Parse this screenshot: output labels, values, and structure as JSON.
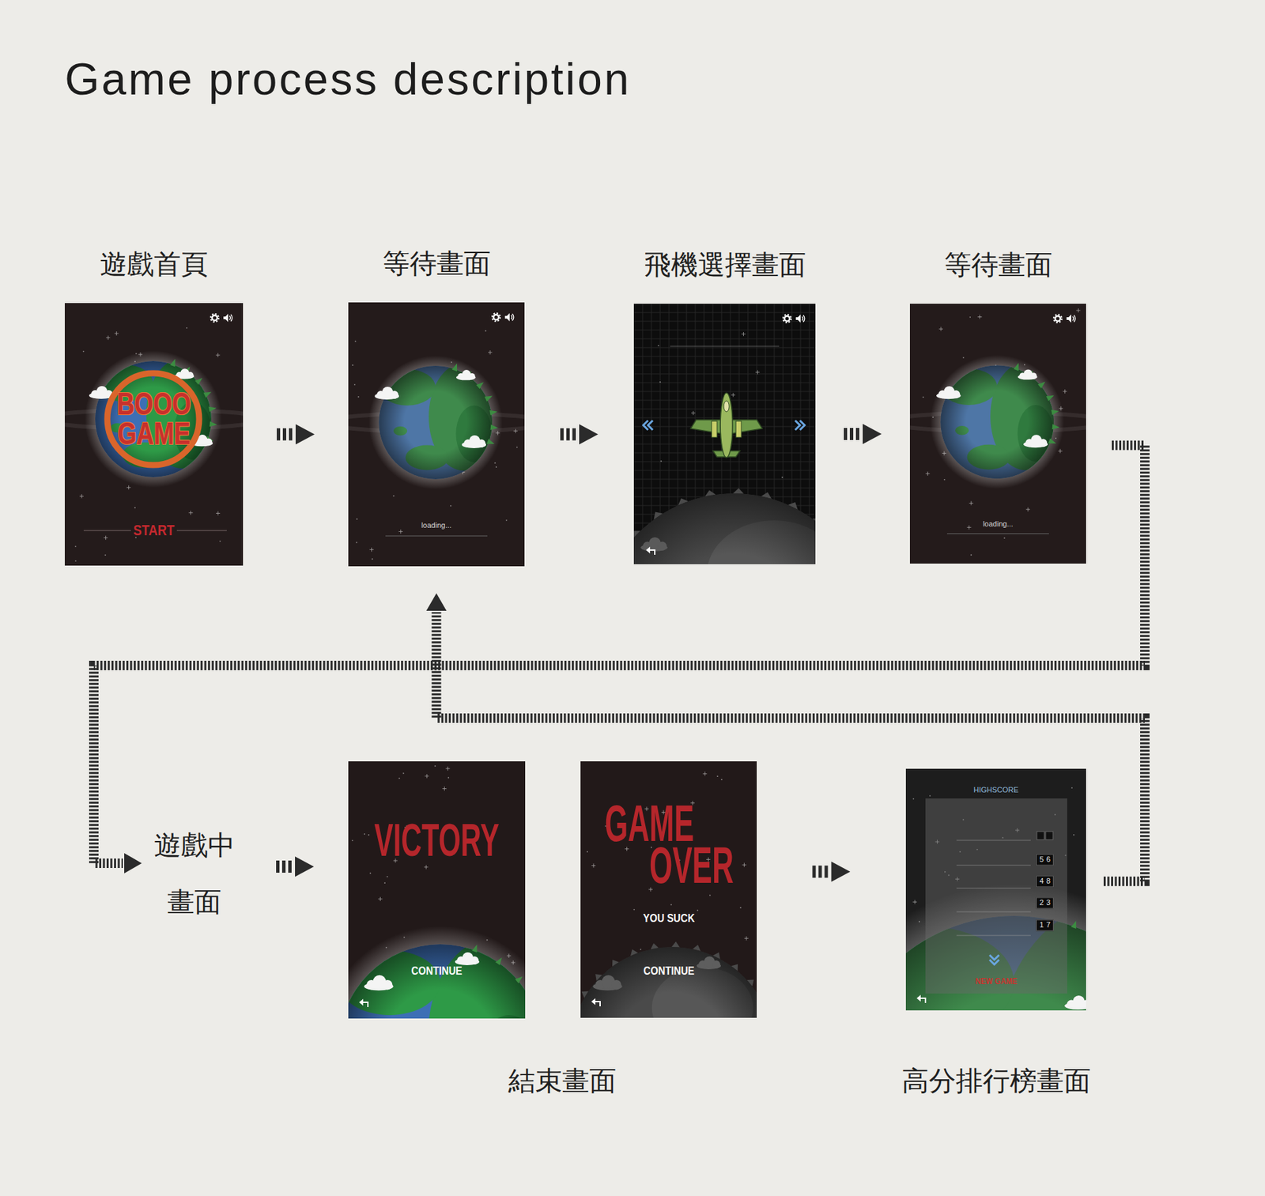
{
  "diagram": {
    "title": "Game process description",
    "nodes": [
      {
        "text": [
          "遊戲首頁",
          "BOOO GAME",
          "START"
        ]
      },
      {
        "text": [
          "等待畫面",
          "loading..."
        ]
      },
      {
        "text": [
          "飛機選擇畫面"
        ]
      },
      {
        "text": [
          "等待畫面",
          "loading..."
        ]
      },
      {
        "text": [
          "遊戲中 畫面"
        ]
      },
      {
        "text": [
          "VICTORY",
          "CONTINUE"
        ]
      },
      {
        "text": [
          "GAME OVER",
          "YOU SUCK",
          "CONTINUE"
        ]
      },
      {
        "text": [
          "高分排行榜畫面",
          "HIGHSCORE",
          "56",
          "48",
          "23",
          "17",
          "NEW GAME"
        ]
      }
    ],
    "edges": [
      {
        "from": 0,
        "to": 1,
        "arrow": "to"
      },
      {
        "from": 1,
        "to": 2,
        "arrow": "to"
      },
      {
        "from": 2,
        "to": 3,
        "arrow": "to"
      },
      {
        "from": 3,
        "to": 4,
        "arrow": "to"
      },
      {
        "from": 4,
        "to": 5,
        "arrow": "to"
      },
      {
        "from": 6,
        "to": 7,
        "arrow": "to"
      },
      {
        "from": 7,
        "to": 1,
        "arrow": "to"
      }
    ],
    "labels": [
      "結束畫面"
    ]
  }
}
